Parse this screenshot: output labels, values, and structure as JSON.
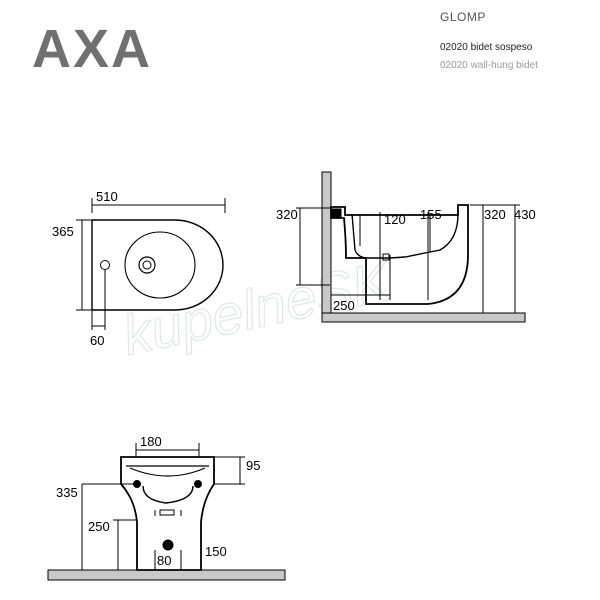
{
  "header": {
    "brand": "AXA",
    "product_name": "GLOMP",
    "product_code_it": "02020 bidet sospeso",
    "product_code_en": "02020 wall-hung bidet"
  },
  "watermark": "kupelneSK",
  "views": {
    "top": {
      "width": "510",
      "depth": "365",
      "offset": "60"
    },
    "side": {
      "fixing_height": "320",
      "bolt_spacing": "120",
      "outlet_offset": "155",
      "rim_height": "320",
      "overall_height": "430",
      "waste_distance": "250"
    },
    "front": {
      "width_top": "180",
      "height_95": "95",
      "height_335": "335",
      "height_250": "250",
      "waste_80": "80",
      "height_150": "150"
    }
  },
  "colors": {
    "line": "#000000",
    "wall": "#c8c8c8",
    "logo": "#707070"
  }
}
